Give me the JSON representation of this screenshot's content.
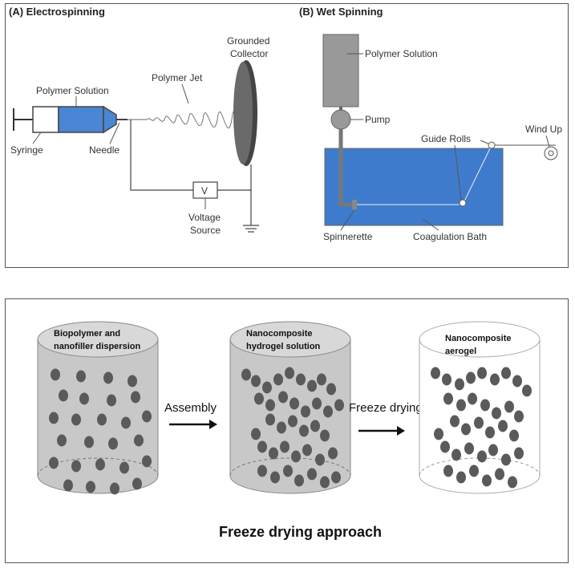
{
  "top_panel": {
    "electrospinning": {
      "title": "(A) Electrospinning",
      "polymer_solution": "Polymer Solution",
      "polymer_jet": "Polymer Jet",
      "grounded": "Grounded",
      "collector": "Collector",
      "syringe": "Syringe",
      "needle": "Needle",
      "v": "V",
      "voltage": "Voltage",
      "source": "Source"
    },
    "wet_spinning": {
      "title": "(B) Wet Spinning",
      "polymer_solution": "Polymer Solution",
      "pump": "Pump",
      "guide_rolls": "Guide Rolls",
      "wind_up": "Wind Up",
      "spinnerette": "Spinnerette",
      "coagulation_bath": "Coagulation Bath"
    }
  },
  "bottom_panel": {
    "cylinder1": {
      "line1": "Biopolymer and",
      "line2": "nanofiller dispersion"
    },
    "cylinder2": {
      "line1": "Nanocomposite",
      "line2": "hydrogel solution"
    },
    "cylinder3": {
      "line1": "Nanocomposite",
      "line2": "aerogel"
    },
    "arrow1": "Assembly",
    "arrow2": "Freeze drying",
    "footer": "Freeze drying approach"
  },
  "colors": {
    "solution_blue": "#4a86d4",
    "bath_blue": "#3f7bcc",
    "particle": "#5a5a5a",
    "cylinder_gray": "#c8c8c8"
  }
}
